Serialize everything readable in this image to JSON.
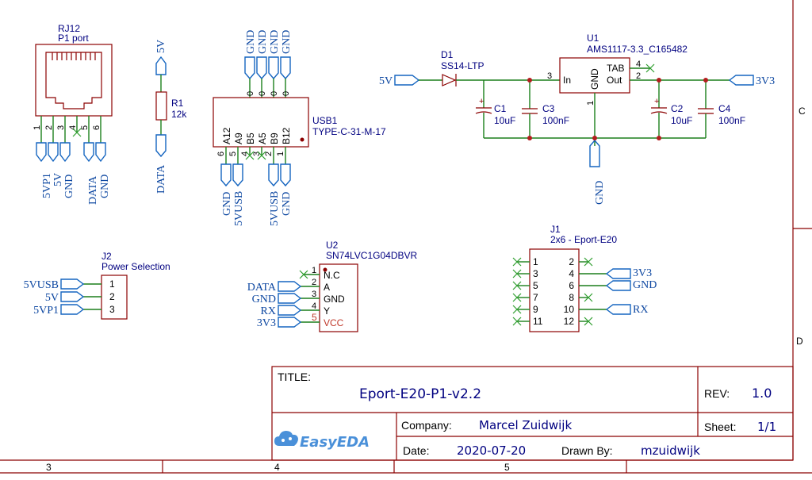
{
  "title_block": {
    "title_label": "TITLE:",
    "title": "Eport-E20-P1-v2.2",
    "rev_label": "REV:",
    "rev": "1.0",
    "company_label": "Company:",
    "company": "Marcel Zuidwijk",
    "sheet_label": "Sheet:",
    "sheet": "1/1",
    "date_label": "Date:",
    "date": "2020-07-20",
    "drawn_by_label": "Drawn By:",
    "drawn_by": "mzuidwijk",
    "logo": "EasyEDA"
  },
  "frame": {
    "row_c": "C",
    "row_d": "D",
    "col_3": "3",
    "col_4": "4",
    "col_5": "5"
  },
  "rj12": {
    "ref": "RJ12",
    "value": "P1 port",
    "pins": [
      "1",
      "2",
      "3",
      "4",
      "5",
      "6"
    ],
    "nets": [
      "5VP1",
      "5V",
      "GND",
      "DATA",
      "GND"
    ]
  },
  "r1": {
    "ref": "R1",
    "value": "12k",
    "net_top": "5V",
    "net_bottom": "DATA"
  },
  "usb1": {
    "ref": "USB1",
    "value": "TYPE-C-31-M-17",
    "top_pins": [
      "0",
      "0",
      "0",
      "0"
    ],
    "top_nets": [
      "GND",
      "GND",
      "GND",
      "GND"
    ],
    "pins": [
      "A12",
      "A9",
      "B5",
      "A5",
      "B9",
      "B12"
    ],
    "pin_numbers": [
      "6",
      "5",
      "4",
      "3",
      "2",
      "1"
    ],
    "bottom_nets": [
      "GND",
      "5VUSB",
      "5VUSB",
      "GND"
    ]
  },
  "d1": {
    "ref": "D1",
    "value": "SS14-LTP",
    "net_in": "5V"
  },
  "u1": {
    "ref": "U1",
    "value": "AMS1117-3.3_C165482",
    "pin_in": "In",
    "pin_gnd": "GND",
    "pin_tab": "TAB",
    "pin_out": "Out",
    "num_in": "3",
    "num_gnd": "1",
    "num_tab": "4",
    "num_out": "2",
    "net_out": "3V3",
    "net_gnd": "GND"
  },
  "capacitors": [
    {
      "ref": "C1",
      "value": "10uF",
      "polarity": "+"
    },
    {
      "ref": "C3",
      "value": "100nF"
    },
    {
      "ref": "C2",
      "value": "10uF",
      "polarity": "+"
    },
    {
      "ref": "C4",
      "value": "100nF"
    }
  ],
  "j2": {
    "ref": "J2",
    "value": "Power Selection",
    "pins": [
      "1",
      "2",
      "3"
    ],
    "nets": [
      "5VUSB",
      "5V",
      "5VP1"
    ]
  },
  "u2": {
    "ref": "U2",
    "value": "SN74LVC1G04DBVR",
    "pin_names": [
      "N.C",
      "A",
      "GND",
      "Y",
      "VCC"
    ],
    "pin_numbers": [
      "1",
      "2",
      "3",
      "4",
      "5"
    ],
    "nets": [
      "DATA",
      "GND",
      "RX",
      "3V3"
    ]
  },
  "j1": {
    "ref": "J1",
    "value": "2x6 - Eport-E20",
    "left_pins": [
      "1",
      "3",
      "5",
      "7",
      "9",
      "11"
    ],
    "right_pins": [
      "2",
      "4",
      "6",
      "8",
      "10",
      "12"
    ],
    "nets": [
      "3V3",
      "GND",
      "RX"
    ]
  },
  "colors": {
    "part_outline": "#8b0000",
    "wire": "#1b7f1b",
    "net_flag": "#1565c0",
    "junction": "#b21e1e",
    "designator": "#000080"
  }
}
